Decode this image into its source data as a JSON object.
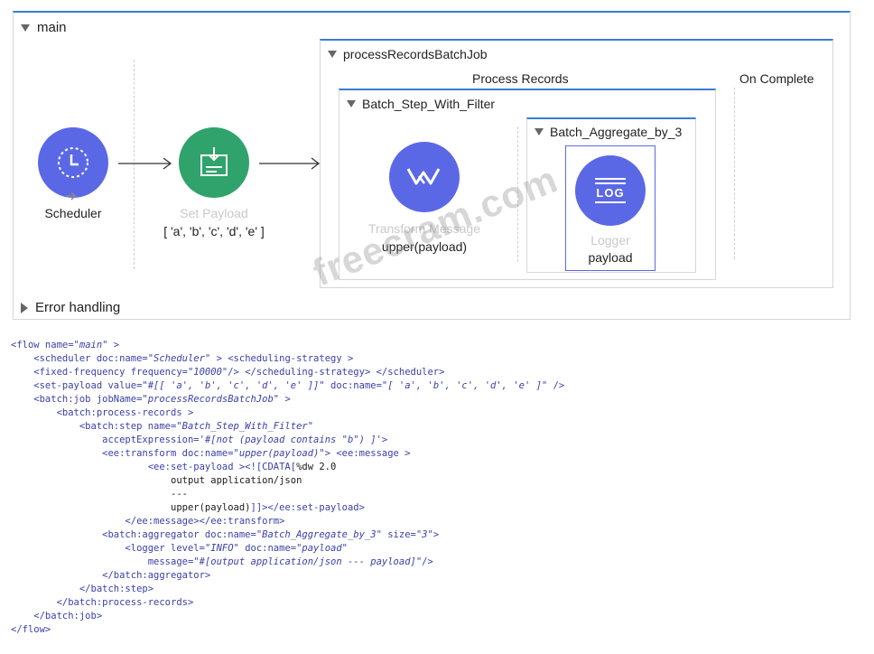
{
  "flow": {
    "title": "main",
    "error_handling": "Error handling",
    "scheduler": {
      "label": "Scheduler"
    },
    "set_payload": {
      "label": "Set Payload",
      "sub": "[ 'a', 'b', 'c', 'd', 'e' ]"
    },
    "batch_job": {
      "title": "processRecordsBatchJob",
      "process_records": "Process Records",
      "on_complete": "On Complete",
      "step": {
        "title": "Batch_Step_With_Filter",
        "transform": {
          "label": "Transform Message",
          "sub": "upper(payload)"
        },
        "aggregator": {
          "title": "Batch_Aggregate_by_3",
          "logger": {
            "label": "Logger",
            "sub": "payload",
            "icon_text": "LOG"
          }
        }
      }
    }
  },
  "colors": {
    "scheduler": "#5b68e6",
    "set_payload": "#2fa36b",
    "transform": "#5b68e6",
    "logger": "#5b68e6",
    "scope_border": "#3a7bd5"
  },
  "watermark": "freecram.com",
  "code_lines": [
    [
      {
        "t": "n",
        "v": "<flow name="
      },
      {
        "t": "s",
        "v": "\"main\""
      },
      {
        "t": "n",
        "v": " >"
      }
    ],
    [
      {
        "t": "n",
        "v": "    <scheduler doc:name="
      },
      {
        "t": "s",
        "v": "\"Scheduler\""
      },
      {
        "t": "n",
        "v": " > <scheduling-strategy >"
      }
    ],
    [
      {
        "t": "n",
        "v": "    <fixed-frequency frequency="
      },
      {
        "t": "s",
        "v": "\"10000\""
      },
      {
        "t": "n",
        "v": "/> </scheduling-strategy> </scheduler>"
      }
    ],
    [
      {
        "t": "n",
        "v": "    <set-payload value="
      },
      {
        "t": "s",
        "v": "\"#[[ 'a', 'b', 'c', 'd', 'e' ]]\""
      },
      {
        "t": "n",
        "v": " doc:name="
      },
      {
        "t": "s",
        "v": "\"[ 'a', 'b', 'c', 'd', 'e' ]\""
      },
      {
        "t": "n",
        "v": " />"
      }
    ],
    [
      {
        "t": "n",
        "v": "    <batch:job jobName="
      },
      {
        "t": "s",
        "v": "\"processRecordsBatchJob\""
      },
      {
        "t": "n",
        "v": " >"
      }
    ],
    [
      {
        "t": "n",
        "v": "        <batch:process-records >"
      }
    ],
    [
      {
        "t": "n",
        "v": "            <batch:step name="
      },
      {
        "t": "s",
        "v": "\"Batch_Step_With_Filter\""
      }
    ],
    [
      {
        "t": "n",
        "v": "                acceptExpression="
      },
      {
        "t": "s",
        "v": "'#[not (payload contains \"b\") ]'"
      },
      {
        "t": "n",
        "v": ">"
      }
    ],
    [
      {
        "t": "n",
        "v": "                <ee:transform doc:name="
      },
      {
        "t": "s",
        "v": "\"upper(payload)\""
      },
      {
        "t": "n",
        "v": "> <ee:message >"
      }
    ],
    [
      {
        "t": "n",
        "v": "                        <ee:set-payload ><![CDATA["
      },
      {
        "t": "t",
        "v": "%dw 2.0"
      }
    ],
    [
      {
        "t": "t",
        "v": "                            output application/json"
      }
    ],
    [
      {
        "t": "t",
        "v": "                            ---"
      }
    ],
    [
      {
        "t": "t",
        "v": "                            upper(payload)"
      },
      {
        "t": "n",
        "v": "]]></ee:set-payload>"
      }
    ],
    [
      {
        "t": "n",
        "v": "                    </ee:message></ee:transform>"
      }
    ],
    [
      {
        "t": "n",
        "v": "                <batch:aggregator doc:name="
      },
      {
        "t": "s",
        "v": "\"Batch_Aggregate_by_3\""
      },
      {
        "t": "n",
        "v": " size="
      },
      {
        "t": "s",
        "v": "\"3\""
      },
      {
        "t": "n",
        "v": ">"
      }
    ],
    [
      {
        "t": "n",
        "v": "                    <logger level="
      },
      {
        "t": "s",
        "v": "\"INFO\""
      },
      {
        "t": "n",
        "v": " doc:name="
      },
      {
        "t": "s",
        "v": "\"payload\""
      }
    ],
    [
      {
        "t": "n",
        "v": "                        message="
      },
      {
        "t": "s",
        "v": "\"#[output application/json --- payload]\""
      },
      {
        "t": "n",
        "v": "/>"
      }
    ],
    [
      {
        "t": "n",
        "v": "                </batch:aggregator>"
      }
    ],
    [
      {
        "t": "n",
        "v": "            </batch:step>"
      }
    ],
    [
      {
        "t": "n",
        "v": "        </batch:process-records>"
      }
    ],
    [
      {
        "t": "n",
        "v": "    </batch:job>"
      }
    ],
    [
      {
        "t": "n",
        "v": "</flow>"
      }
    ]
  ]
}
